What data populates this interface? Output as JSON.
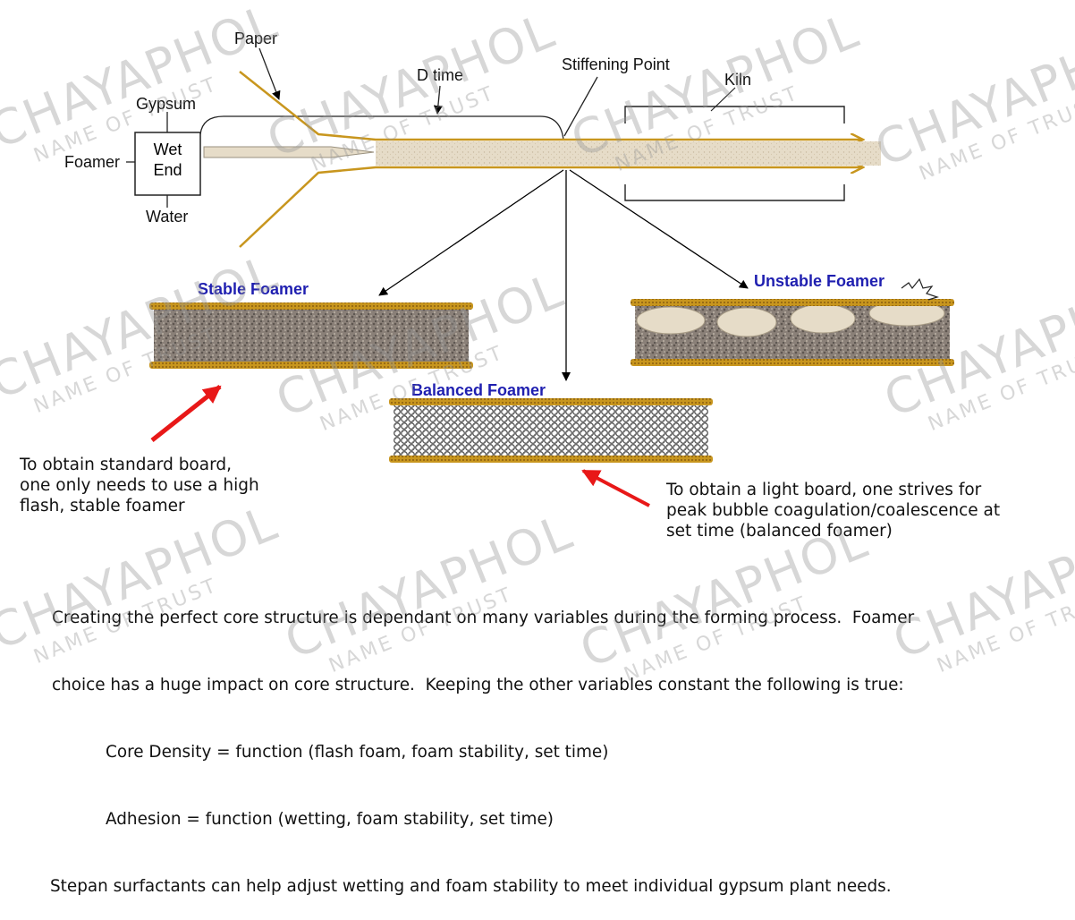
{
  "labels": {
    "paper": "Paper",
    "gypsum": "Gypsum",
    "foamer": "Foamer",
    "wet_end": "Wet\nEnd",
    "water": "Water",
    "d_time": "D time",
    "stiffening_point": "Stiffening Point",
    "kiln": "Kiln"
  },
  "boards": {
    "stable": "Stable Foamer",
    "balanced": "Balanced Foamer",
    "unstable": "Unstable Foamer"
  },
  "notes": {
    "standard": "To obtain standard board,\none only needs to use a high\nflash, stable foamer",
    "light": "To obtain a light board, one strives for\npeak bubble coagulation/coalescence at\nset time (balanced foamer)"
  },
  "caption": {
    "line1": "Creating the perfect core structure is dependant on many variables during the forming process.  Foamer",
    "line2": "choice has a huge impact on core structure.  Keeping the other variables constant the following is true:",
    "line3": "Core Density = function (flash foam, foam stability, set time)",
    "line4": "Adhesion = function (wetting, foam stability, set time)",
    "line5": "Stepan surfactants can help adjust wetting and foam stability to meet individual gypsum plant needs."
  },
  "watermark": {
    "brand": "CHAYAPHOL",
    "tagline": "NAME OF TRUST"
  },
  "colors": {
    "paper_line": "#c8961e",
    "core": "#e6dcc8",
    "title_blue": "#1f1fb0",
    "red_arrow": "#e81818"
  }
}
